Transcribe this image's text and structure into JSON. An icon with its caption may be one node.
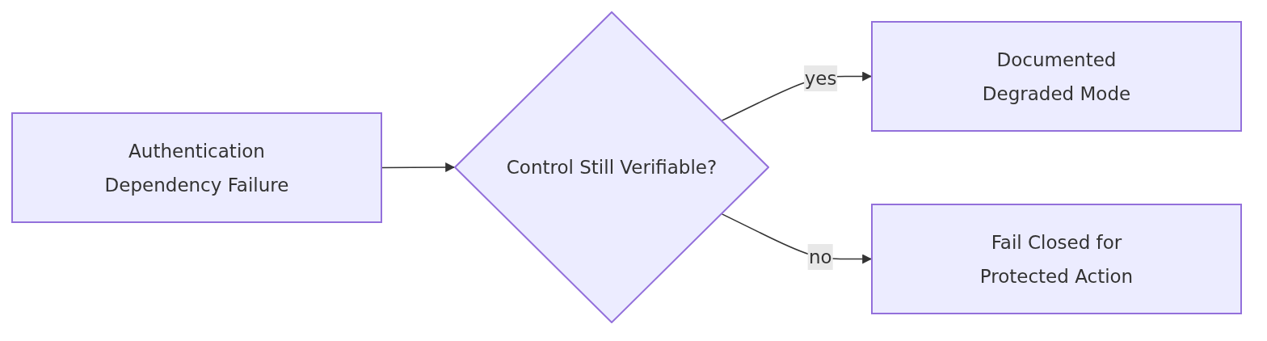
{
  "diagram": {
    "nodes": [
      {
        "text": [
          "Authentication Dependency Failure"
        ]
      },
      {
        "text": [
          "Control Still Verifiable?"
        ]
      },
      {
        "text": [
          "Documented Degraded Mode"
        ]
      },
      {
        "text": [
          "Fail Closed for Protected Action"
        ]
      }
    ],
    "edges": [
      {
        "from": 0,
        "to": 1,
        "arrow": "to"
      },
      {
        "from": 1,
        "to": 2,
        "arrow": "to",
        "label": "yes"
      },
      {
        "from": 1,
        "to": 3,
        "arrow": "to",
        "label": "no"
      }
    ]
  }
}
